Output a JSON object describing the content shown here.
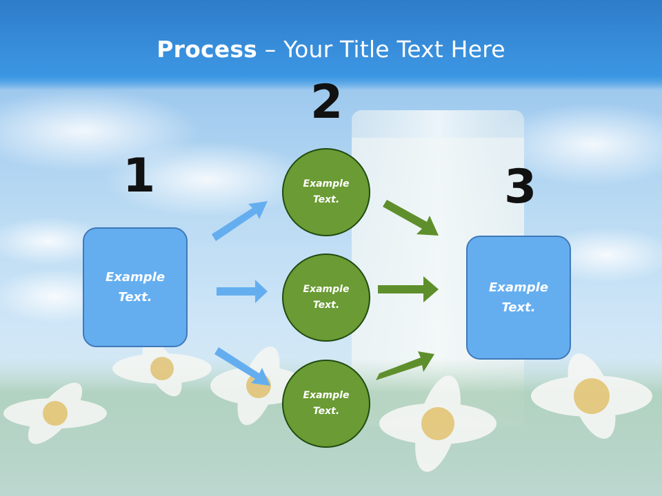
{
  "title": {
    "strong": "Process",
    "rest": " – Your Title Text Here"
  },
  "steps": [
    {
      "number": "1",
      "box_text": "Example Text."
    },
    {
      "number": "2",
      "circles": [
        "Example Text.",
        "Example Text.",
        "Example Text."
      ]
    },
    {
      "number": "3",
      "box_text": "Example Text."
    }
  ],
  "colors": {
    "box_fill": "#64aef0",
    "circle_fill": "#6a9b34",
    "blue_arrow": "#64aef0",
    "green_arrow": "#5e8f2c"
  },
  "background": "sky-grass-daisies-milk-glass-photo"
}
